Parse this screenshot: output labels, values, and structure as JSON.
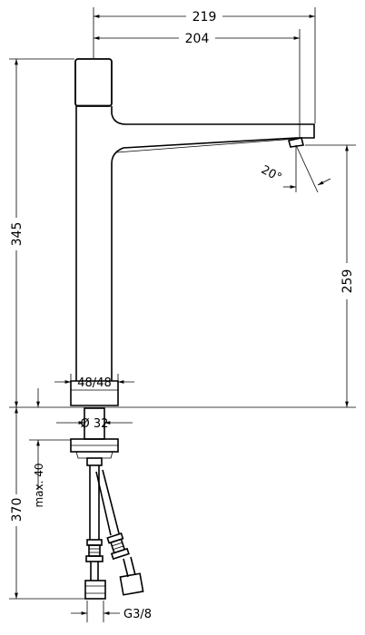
{
  "diagram": {
    "dimensions": {
      "total_reach": "219",
      "spout_reach": "204",
      "total_height": "345",
      "spout_height": "259",
      "spray_angle": "20°",
      "base_size": "48/48",
      "mounting_hole": "Ø 32",
      "hose_length": "370",
      "max_thickness": "max. 40",
      "hose_thread": "G3/8"
    }
  }
}
